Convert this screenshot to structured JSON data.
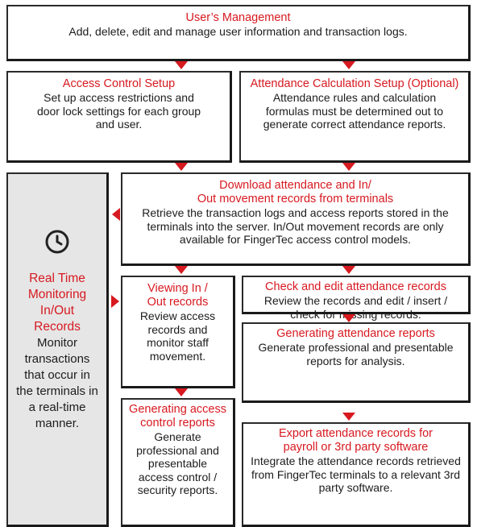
{
  "colors": {
    "accent": "#d71920",
    "text": "#1c1c1c",
    "panel_gray": "#e6e6e6"
  },
  "icons": {
    "clock": "clock-icon"
  },
  "boxes": {
    "user_mgmt": {
      "title": "User’s Management",
      "desc": "Add, delete, edit and manage user information and transaction logs."
    },
    "access_setup": {
      "title": "Access Control Setup",
      "desc": "Set up access restrictions and door lock settings for each group and user."
    },
    "attendance_setup": {
      "title": "Attendance Calculation Setup (Optional)",
      "desc": "Attendance rules and calculation formulas must be determined out to generate correct attendance reports."
    },
    "download": {
      "title_line1": "Download attendance and In/",
      "title_line2": "Out movement records from terminals",
      "desc": "Retrieve the transaction logs and access reports stored in the terminals into the server.  In/Out movement records are only available for FingerTec access control models."
    },
    "realtime": {
      "title": "Real Time Monitoring In/Out Records",
      "desc": "Monitor transactions that occur in the terminals in a real-time manner."
    },
    "viewing": {
      "title": "Viewing In / Out records",
      "desc": "Review access records  and monitor staff movement."
    },
    "check_edit": {
      "title": "Check and edit attendance records",
      "desc": "Review the records and edit / insert / check for missing records."
    },
    "gen_attendance": {
      "title": "Generating attendance reports",
      "desc": "Generate professional and presentable reports for analysis."
    },
    "gen_access": {
      "title": "Generating access control reports",
      "desc": "Generate professional and presentable access control / security reports."
    },
    "export": {
      "title": "Export attendance records for payroll or 3rd party software",
      "desc": "Integrate the attendance records retrieved from FingerTec terminals to a relevant 3rd party software."
    }
  }
}
